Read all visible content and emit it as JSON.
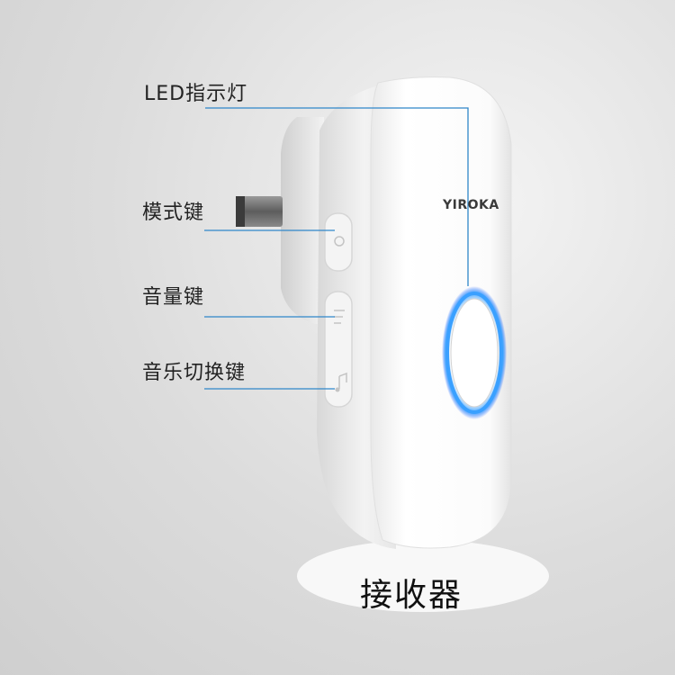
{
  "callouts": {
    "led": "LED指示灯",
    "mode": "模式键",
    "volume": "音量键",
    "music": "音乐切换键"
  },
  "device": {
    "brand": "YIROKA"
  },
  "product_label": "接收器",
  "colors": {
    "callout_line": "#2f86c9",
    "led_ring": "#3aa0ff",
    "body": "#ffffff"
  }
}
